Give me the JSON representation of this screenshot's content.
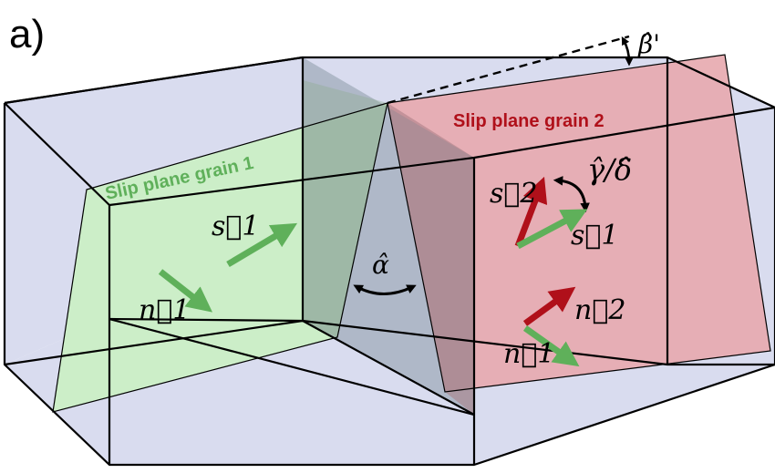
{
  "panel_label": "a)",
  "grain1_label": "Slip plane grain 1",
  "grain2_label": "Slip plane grain 2",
  "angle_alpha": "α̂",
  "angle_beta": "β̂'",
  "angle_gamma_delta": "γ̂/δ̂",
  "vectors": {
    "s1": "s⃗1",
    "n1": "n⃗1",
    "s2": "s⃗2",
    "n2": "n⃗2"
  },
  "colors": {
    "box_fill": "#d9dcef",
    "grain1_plane": "#cbeec5",
    "grain2_plane": "#e7a9ae",
    "boundary_plane": "#8d9aa8",
    "green_arrow": "#5fb05a",
    "red_arrow": "#b0101a",
    "grain1_text": "#5fb05a",
    "grain2_text": "#b0101a"
  }
}
